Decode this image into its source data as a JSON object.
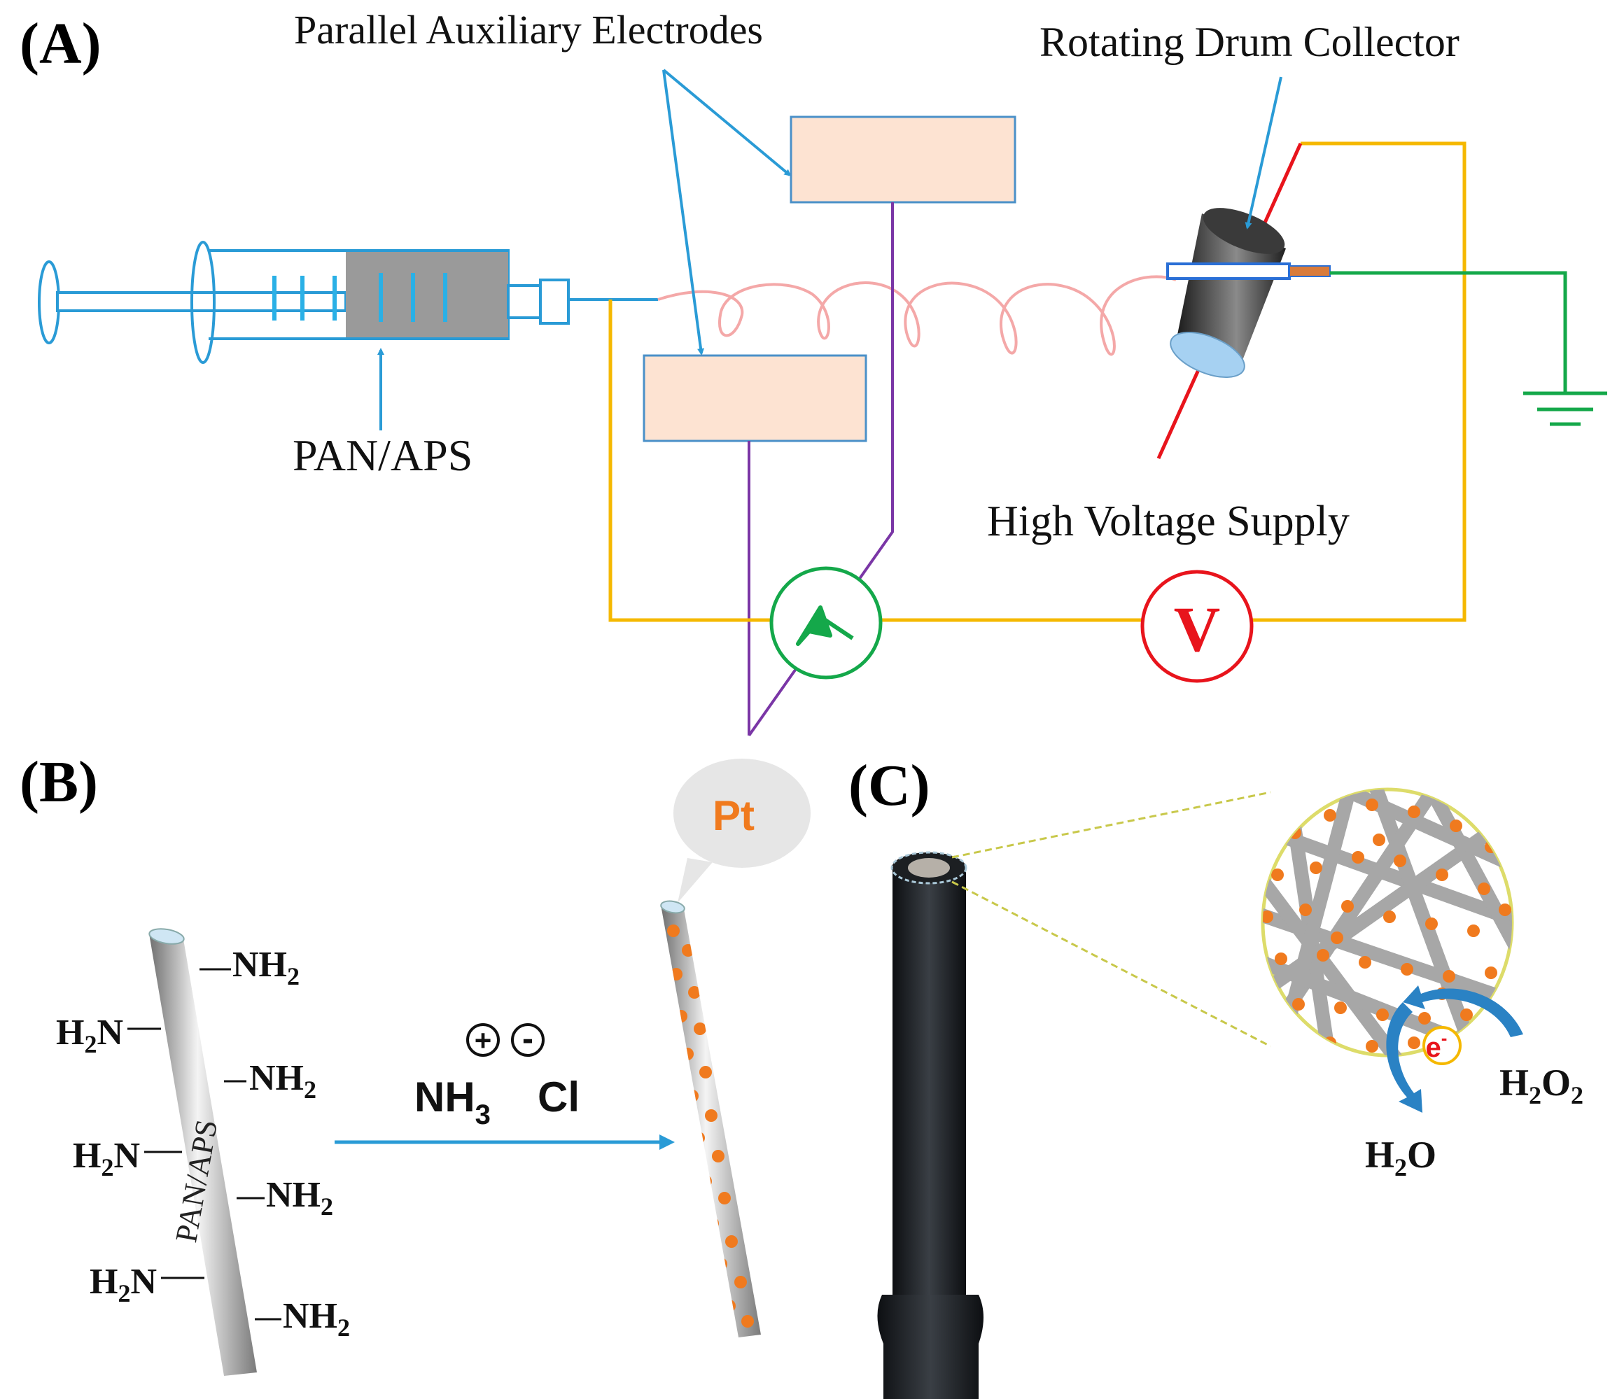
{
  "panels": {
    "a": {
      "label": "(A)"
    },
    "b": {
      "label": "(B)"
    },
    "c": {
      "label": "(C)"
    }
  },
  "panel_a": {
    "parallel_electrodes_label": "Parallel Auxiliary Electrodes",
    "drum_label": "Rotating Drum Collector",
    "solution_label": "PAN/APS",
    "supply_label": "High Voltage Supply",
    "voltmeter_symbol": "V"
  },
  "panel_b": {
    "fiber_label": "PAN/APS",
    "groups_right": [
      {
        "main": "NH",
        "sub": "2"
      },
      {
        "main": "NH",
        "sub": "2"
      },
      {
        "main": "NH",
        "sub": "2"
      },
      {
        "main": "NH",
        "sub": "2"
      }
    ],
    "groups_left": [
      {
        "main": "H",
        "sub": "2",
        "tail": "N"
      },
      {
        "main": "H",
        "sub": "2",
        "tail": "N"
      },
      {
        "main": "H",
        "sub": "2",
        "tail": "N"
      }
    ],
    "reagent": {
      "main": "NH",
      "sub": "3",
      "plus": "+",
      "minus": "-",
      "counter": "Cl"
    },
    "pt_label": "Pt"
  },
  "panel_c": {
    "electron": {
      "main": "e",
      "sup": "-"
    },
    "reactant": {
      "a": "H",
      "s1": "2",
      "b": "O",
      "s2": "2"
    },
    "product": {
      "a": "H",
      "s1": "2",
      "b": "O"
    }
  },
  "colors": {
    "blue": "#2a9bd6",
    "orange_wire": "#f5b800",
    "green": "#14a84a",
    "red": "#e8141c",
    "purple": "#7a36a6",
    "electrode_fill": "#fde3d2",
    "pt_orange": "#f07a1e",
    "fiber_gray": "#a7a7a7"
  }
}
